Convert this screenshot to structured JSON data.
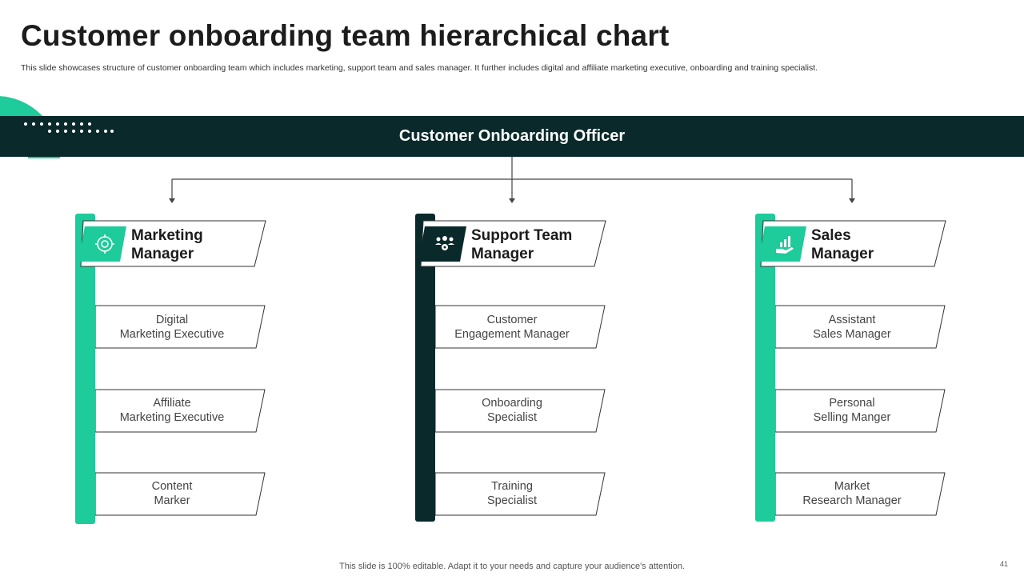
{
  "title": "Customer onboarding team hierarchical chart",
  "subtitle": "This slide showcases structure of customer onboarding team which includes marketing, support team and sales manager. It further includes digital and affiliate marketing executive, onboarding and training specialist.",
  "officer": "Customer Onboarding Officer",
  "colors": {
    "accent": "#1ecb9a",
    "dark": "#09292b"
  },
  "columns": [
    {
      "manager": "Marketing\nManager",
      "icon": "target-cycle-icon",
      "theme": "accent",
      "items": [
        "Digital\nMarketing Executive",
        "Affiliate\nMarketing Executive",
        "Content\nMarker"
      ]
    },
    {
      "manager": "Support Team\nManager",
      "icon": "team-gear-icon",
      "theme": "dark",
      "items": [
        "Customer\nEngagement Manager",
        "Onboarding\nSpecialist",
        "Training\nSpecialist"
      ]
    },
    {
      "manager": "Sales\nManager",
      "icon": "sales-growth-icon",
      "theme": "accent",
      "items": [
        "Assistant\nSales Manager",
        "Personal\nSelling Manger",
        "Market\nResearch Manager"
      ]
    }
  ],
  "footer": "This slide is 100% editable. Adapt it to your needs and capture your audience's attention.",
  "page_number": "41"
}
